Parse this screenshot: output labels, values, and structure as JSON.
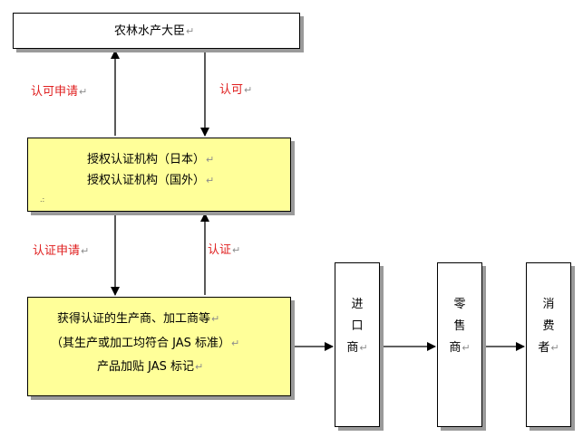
{
  "boxes": {
    "ministry": "农林水产大臣",
    "certifier": {
      "line1": "授权认证机构（日本）",
      "line2": "授权认证机构（国外）",
      "mark": ".:"
    },
    "producer": {
      "line1": "获得认证的生产商、加工商等",
      "line2": "（其生产或加工均符合 JAS 标准）",
      "line3": "产品加贴 JAS 标记"
    },
    "importer": [
      "进",
      "口",
      "商"
    ],
    "retailer": [
      "零",
      "售",
      "商"
    ],
    "consumer": [
      "消",
      "费",
      "者"
    ]
  },
  "labels": {
    "approval_request": "认可申请",
    "approval": "认可",
    "cert_request": "认证申请",
    "certification": "认证"
  },
  "para_mark": "↵",
  "colors": {
    "label_red": "#e02020",
    "box_yellow": "#ffff99"
  }
}
